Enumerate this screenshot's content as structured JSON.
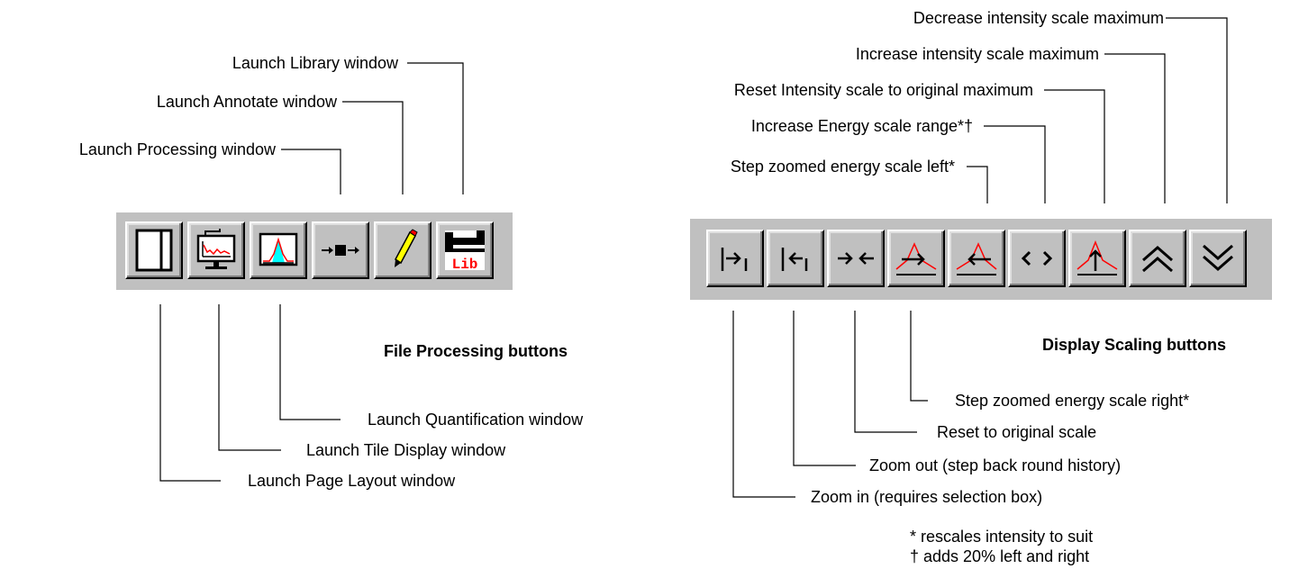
{
  "file_processing": {
    "title": "File Processing buttons",
    "labels_top": {
      "library": "Launch Library window",
      "annotate": "Launch Annotate window",
      "processing": "Launch Processing window"
    },
    "labels_bottom": {
      "quantification": "Launch Quantification window",
      "tile_display": "Launch Tile Display window",
      "page_layout": "Launch Page Layout window"
    },
    "buttons": [
      {
        "icon": "page-layout-icon"
      },
      {
        "icon": "tile-display-icon"
      },
      {
        "icon": "quantification-icon"
      },
      {
        "icon": "processing-icon"
      },
      {
        "icon": "annotate-pencil-icon"
      },
      {
        "icon": "library-icon",
        "text": "Lib"
      }
    ]
  },
  "display_scaling": {
    "title": "Display Scaling buttons",
    "labels_top": {
      "decrease_max": "Decrease intensity scale maximum",
      "increase_max": "Increase intensity scale maximum",
      "reset_intensity": "Reset Intensity scale to original maximum",
      "increase_energy": "Increase Energy scale range*†",
      "step_left": "Step zoomed energy scale left*"
    },
    "labels_bottom": {
      "step_right": "Step zoomed energy scale right*",
      "reset_scale": "Reset to original scale",
      "zoom_out": "Zoom out (step back round history)",
      "zoom_in": "Zoom in (requires selection box)"
    },
    "buttons": [
      {
        "icon": "zoom-in-icon"
      },
      {
        "icon": "zoom-out-icon"
      },
      {
        "icon": "reset-scale-icon"
      },
      {
        "icon": "step-right-icon"
      },
      {
        "icon": "step-left-icon"
      },
      {
        "icon": "expand-range-icon"
      },
      {
        "icon": "reset-intensity-icon"
      },
      {
        "icon": "increase-max-icon"
      },
      {
        "icon": "decrease-max-icon"
      }
    ]
  },
  "footnotes": {
    "asterisk": "* rescales intensity to suit",
    "dagger": "† adds 20% left and right"
  },
  "colors": {
    "toolbar": "#c0c0c0",
    "icon_red": "#ff0000",
    "icon_cyan": "#00ffff"
  }
}
